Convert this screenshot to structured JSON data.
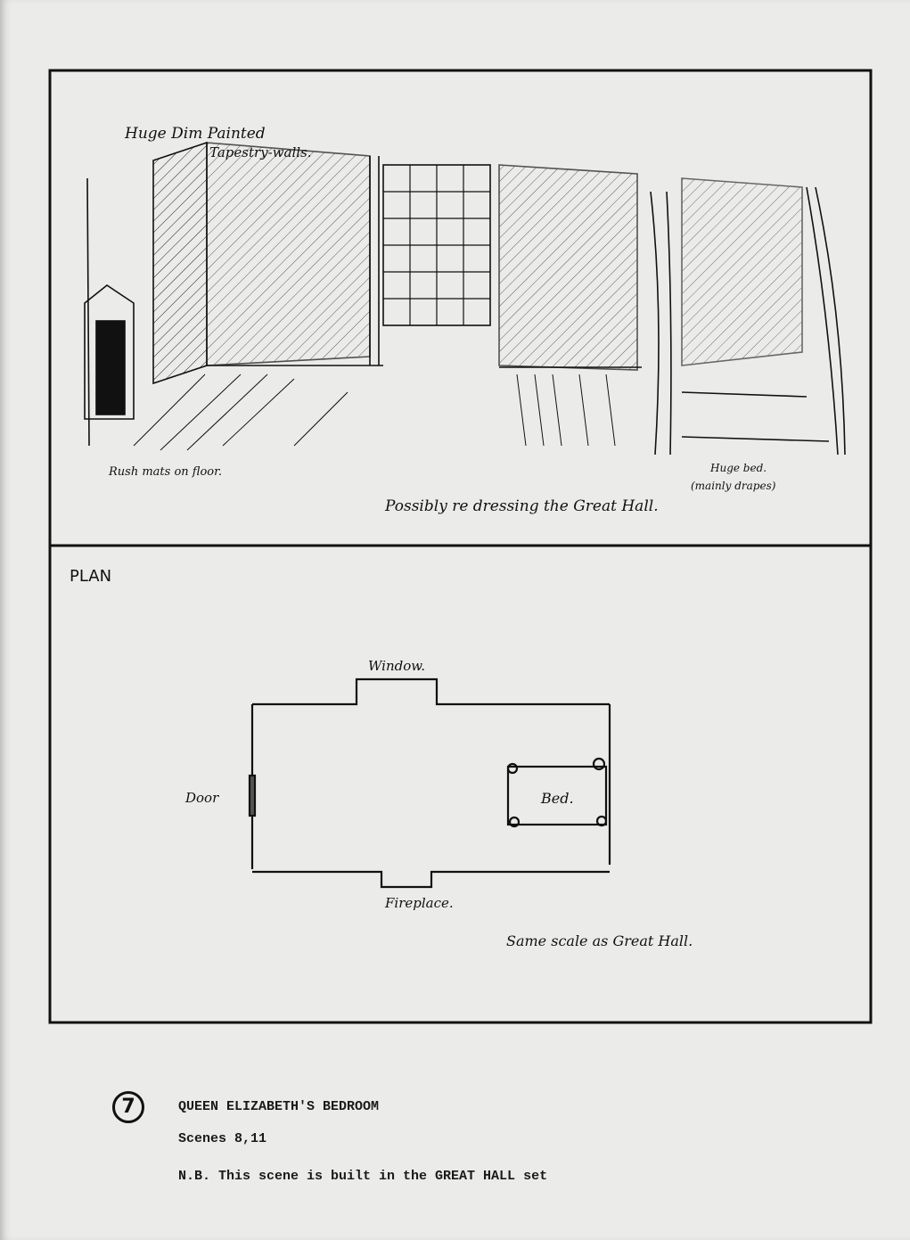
{
  "sketch": {
    "annotations": {
      "walls_line1": "Huge Dim Painted",
      "walls_line2": "Tapestry-walls.",
      "floor": "Rush mats on floor.",
      "dressing": "Possibly re dressing the Great Hall.",
      "bed_line1": "Huge bed.",
      "bed_line2": "(mainly drapes)"
    }
  },
  "plan": {
    "heading": "PLAN",
    "window": "Window.",
    "door": "Door",
    "bed": "Bed.",
    "fireplace": "Fireplace.",
    "scale_note": "Same scale as Great Hall."
  },
  "caption": {
    "number": "7",
    "title": "QUEEN ELIZABETH'S BEDROOM",
    "scenes": "Scenes 8,11",
    "note": "N.B. This scene is built in the GREAT HALL set"
  }
}
